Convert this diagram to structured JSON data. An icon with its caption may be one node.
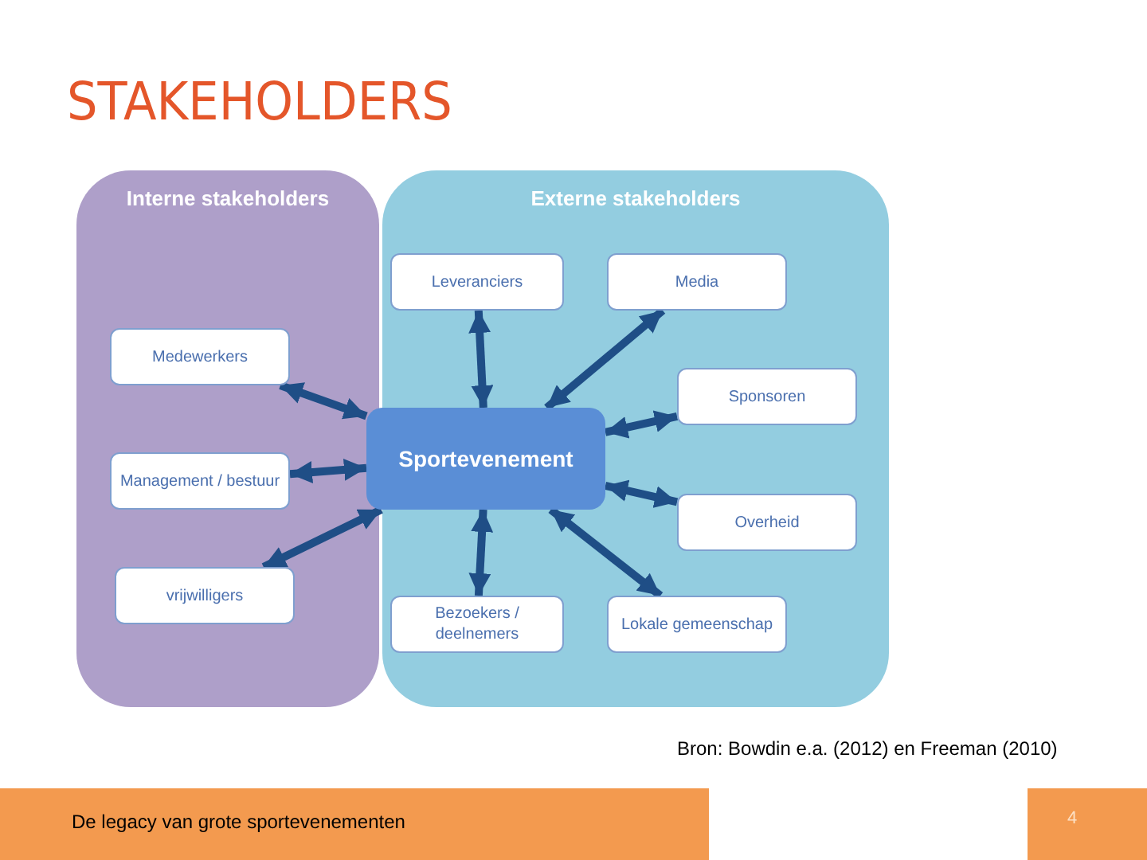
{
  "diagram": {
    "title": "STAKEHOLDERS",
    "nodes": [
      {
        "text": [
          "Interne stakeholders"
        ]
      },
      {
        "text": [
          "Externe stakeholders"
        ]
      },
      {
        "text": [
          "Sportevenement"
        ]
      },
      {
        "text": [
          "Medewerkers"
        ],
        "in": 0
      },
      {
        "text": [
          "Management / bestuur"
        ],
        "in": 0
      },
      {
        "text": [
          "vrijwilligers"
        ],
        "in": 0
      },
      {
        "text": [
          "Leveranciers"
        ],
        "in": 1
      },
      {
        "text": [
          "Media"
        ],
        "in": 1
      },
      {
        "text": [
          "Sponsoren"
        ],
        "in": 1
      },
      {
        "text": [
          "Overheid"
        ],
        "in": 1
      },
      {
        "text": [
          "Bezoekers / deelnemers"
        ],
        "in": 1
      },
      {
        "text": [
          "Lokale gemeenschap"
        ],
        "in": 1
      }
    ],
    "edges": [
      {
        "from": 2,
        "to": 3,
        "arrow": "both"
      },
      {
        "from": 2,
        "to": 4,
        "arrow": "both"
      },
      {
        "from": 2,
        "to": 5,
        "arrow": "both"
      },
      {
        "from": 2,
        "to": 6,
        "arrow": "both"
      },
      {
        "from": 2,
        "to": 7,
        "arrow": "both"
      },
      {
        "from": 2,
        "to": 8,
        "arrow": "both"
      },
      {
        "from": 2,
        "to": 9,
        "arrow": "both"
      },
      {
        "from": 2,
        "to": 10,
        "arrow": "both"
      },
      {
        "from": 2,
        "to": 11,
        "arrow": "both"
      }
    ],
    "labels": [
      "Bron: Bowdin e.a. (2012) en Freeman (2010)",
      "De legacy van grote sportevenementen",
      "4"
    ]
  }
}
